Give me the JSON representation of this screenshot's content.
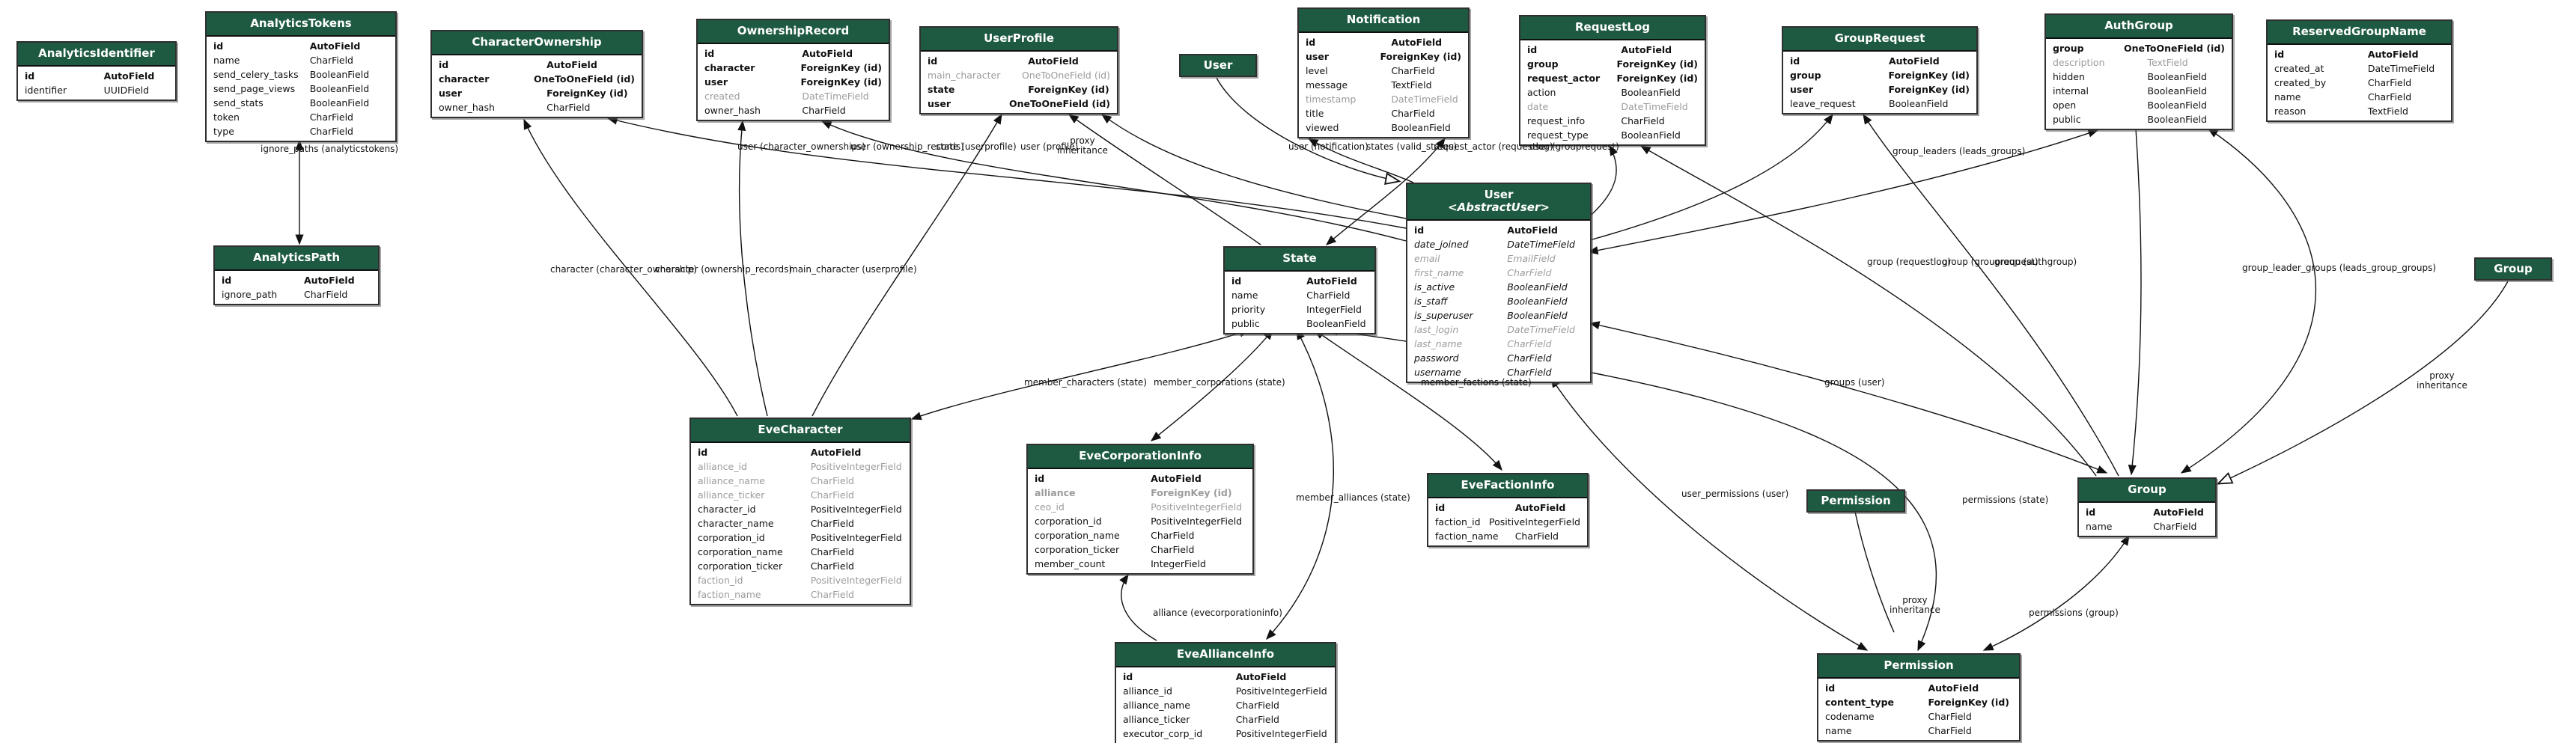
{
  "diagram_type": "django-model-entity-relationship-graph",
  "colors": {
    "table_header": "#1e5a41",
    "muted_field": "#9c9c9c",
    "edge": "#111111",
    "background": "#ffffff"
  },
  "tables": {
    "analyticsidentifier": {
      "title": "AnalyticsIdentifier",
      "fields": [
        {
          "n": "id",
          "t": "AutoField",
          "s": "b"
        },
        {
          "n": "identifier",
          "t": "UUIDField",
          "s": ""
        }
      ]
    },
    "analyticstokens": {
      "title": "AnalyticsTokens",
      "fields": [
        {
          "n": "id",
          "t": "AutoField",
          "s": "b"
        },
        {
          "n": "name",
          "t": "CharField",
          "s": ""
        },
        {
          "n": "send_celery_tasks",
          "t": "BooleanField",
          "s": ""
        },
        {
          "n": "send_page_views",
          "t": "BooleanField",
          "s": ""
        },
        {
          "n": "send_stats",
          "t": "BooleanField",
          "s": ""
        },
        {
          "n": "token",
          "t": "CharField",
          "s": ""
        },
        {
          "n": "type",
          "t": "CharField",
          "s": ""
        }
      ]
    },
    "characterownership": {
      "title": "CharacterOwnership",
      "fields": [
        {
          "n": "id",
          "t": "AutoField",
          "s": "b"
        },
        {
          "n": "character",
          "t": "OneToOneField (id)",
          "s": "b"
        },
        {
          "n": "user",
          "t": "ForeignKey (id)",
          "s": "b"
        },
        {
          "n": "owner_hash",
          "t": "CharField",
          "s": ""
        }
      ]
    },
    "ownershiprecord": {
      "title": "OwnershipRecord",
      "fields": [
        {
          "n": "id",
          "t": "AutoField",
          "s": "b"
        },
        {
          "n": "character",
          "t": "ForeignKey (id)",
          "s": "b"
        },
        {
          "n": "user",
          "t": "ForeignKey (id)",
          "s": "b"
        },
        {
          "n": "created",
          "t": "DateTimeField",
          "s": "g"
        },
        {
          "n": "owner_hash",
          "t": "CharField",
          "s": ""
        }
      ]
    },
    "userprofile": {
      "title": "UserProfile",
      "fields": [
        {
          "n": "id",
          "t": "AutoField",
          "s": "b"
        },
        {
          "n": "main_character",
          "t": "OneToOneField (id)",
          "s": "g"
        },
        {
          "n": "state",
          "t": "ForeignKey (id)",
          "s": "b"
        },
        {
          "n": "user",
          "t": "OneToOneField (id)",
          "s": "b"
        }
      ]
    },
    "user_small": {
      "title": "User",
      "fields": []
    },
    "notification": {
      "title": "Notification",
      "fields": [
        {
          "n": "id",
          "t": "AutoField",
          "s": "b"
        },
        {
          "n": "user",
          "t": "ForeignKey (id)",
          "s": "b"
        },
        {
          "n": "level",
          "t": "CharField",
          "s": ""
        },
        {
          "n": "message",
          "t": "TextField",
          "s": ""
        },
        {
          "n": "timestamp",
          "t": "DateTimeField",
          "s": "g"
        },
        {
          "n": "title",
          "t": "CharField",
          "s": ""
        },
        {
          "n": "viewed",
          "t": "BooleanField",
          "s": ""
        }
      ]
    },
    "requestlog": {
      "title": "RequestLog",
      "fields": [
        {
          "n": "id",
          "t": "AutoField",
          "s": "b"
        },
        {
          "n": "group",
          "t": "ForeignKey (id)",
          "s": "b"
        },
        {
          "n": "request_actor",
          "t": "ForeignKey (id)",
          "s": "b"
        },
        {
          "n": "action",
          "t": "BooleanField",
          "s": ""
        },
        {
          "n": "date",
          "t": "DateTimeField",
          "s": "g"
        },
        {
          "n": "request_info",
          "t": "CharField",
          "s": ""
        },
        {
          "n": "request_type",
          "t": "BooleanField",
          "s": ""
        }
      ]
    },
    "grouprequest": {
      "title": "GroupRequest",
      "fields": [
        {
          "n": "id",
          "t": "AutoField",
          "s": "b"
        },
        {
          "n": "group",
          "t": "ForeignKey (id)",
          "s": "b"
        },
        {
          "n": "user",
          "t": "ForeignKey (id)",
          "s": "b"
        },
        {
          "n": "leave_request",
          "t": "BooleanField",
          "s": ""
        }
      ]
    },
    "authgroup": {
      "title": "AuthGroup",
      "fields": [
        {
          "n": "group",
          "t": "OneToOneField (id)",
          "s": "b"
        },
        {
          "n": "description",
          "t": "TextField",
          "s": "g"
        },
        {
          "n": "hidden",
          "t": "BooleanField",
          "s": ""
        },
        {
          "n": "internal",
          "t": "BooleanField",
          "s": ""
        },
        {
          "n": "open",
          "t": "BooleanField",
          "s": ""
        },
        {
          "n": "public",
          "t": "BooleanField",
          "s": ""
        }
      ]
    },
    "reservedgroupname": {
      "title": "ReservedGroupName",
      "fields": [
        {
          "n": "id",
          "t": "AutoField",
          "s": "b"
        },
        {
          "n": "created_at",
          "t": "DateTimeField",
          "s": ""
        },
        {
          "n": "created_by",
          "t": "CharField",
          "s": ""
        },
        {
          "n": "name",
          "t": "CharField",
          "s": ""
        },
        {
          "n": "reason",
          "t": "TextField",
          "s": ""
        }
      ]
    },
    "analyticspath": {
      "title": "AnalyticsPath",
      "fields": [
        {
          "n": "id",
          "t": "AutoField",
          "s": "b"
        },
        {
          "n": "ignore_path",
          "t": "CharField",
          "s": ""
        }
      ]
    },
    "state": {
      "title": "State",
      "fields": [
        {
          "n": "id",
          "t": "AutoField",
          "s": "b"
        },
        {
          "n": "name",
          "t": "CharField",
          "s": ""
        },
        {
          "n": "priority",
          "t": "IntegerField",
          "s": ""
        },
        {
          "n": "public",
          "t": "BooleanField",
          "s": ""
        }
      ]
    },
    "userabstract": {
      "title": "User",
      "subtitle": "<AbstractUser>",
      "fields": [
        {
          "n": "id",
          "t": "AutoField",
          "s": "b"
        },
        {
          "n": "date_joined",
          "t": "DateTimeField",
          "s": "i"
        },
        {
          "n": "email",
          "t": "EmailField",
          "s": "i g"
        },
        {
          "n": "first_name",
          "t": "CharField",
          "s": "i g"
        },
        {
          "n": "is_active",
          "t": "BooleanField",
          "s": "i"
        },
        {
          "n": "is_staff",
          "t": "BooleanField",
          "s": "i"
        },
        {
          "n": "is_superuser",
          "t": "BooleanField",
          "s": "i"
        },
        {
          "n": "last_login",
          "t": "DateTimeField",
          "s": "i g"
        },
        {
          "n": "last_name",
          "t": "CharField",
          "s": "i g"
        },
        {
          "n": "password",
          "t": "CharField",
          "s": "i"
        },
        {
          "n": "username",
          "t": "CharField",
          "s": "i"
        }
      ]
    },
    "group_small": {
      "title": "Group",
      "fields": []
    },
    "evecharacter": {
      "title": "EveCharacter",
      "fields": [
        {
          "n": "id",
          "t": "AutoField",
          "s": "b"
        },
        {
          "n": "alliance_id",
          "t": "PositiveIntegerField",
          "s": "g"
        },
        {
          "n": "alliance_name",
          "t": "CharField",
          "s": "g"
        },
        {
          "n": "alliance_ticker",
          "t": "CharField",
          "s": "g"
        },
        {
          "n": "character_id",
          "t": "PositiveIntegerField",
          "s": ""
        },
        {
          "n": "character_name",
          "t": "CharField",
          "s": ""
        },
        {
          "n": "corporation_id",
          "t": "PositiveIntegerField",
          "s": ""
        },
        {
          "n": "corporation_name",
          "t": "CharField",
          "s": ""
        },
        {
          "n": "corporation_ticker",
          "t": "CharField",
          "s": ""
        },
        {
          "n": "faction_id",
          "t": "PositiveIntegerField",
          "s": "g"
        },
        {
          "n": "faction_name",
          "t": "CharField",
          "s": "g"
        }
      ]
    },
    "evecorporationinfo": {
      "title": "EveCorporationInfo",
      "fields": [
        {
          "n": "id",
          "t": "AutoField",
          "s": "b"
        },
        {
          "n": "alliance",
          "t": "ForeignKey (id)",
          "s": "b g"
        },
        {
          "n": "ceo_id",
          "t": "PositiveIntegerField",
          "s": "g"
        },
        {
          "n": "corporation_id",
          "t": "PositiveIntegerField",
          "s": ""
        },
        {
          "n": "corporation_name",
          "t": "CharField",
          "s": ""
        },
        {
          "n": "corporation_ticker",
          "t": "CharField",
          "s": ""
        },
        {
          "n": "member_count",
          "t": "IntegerField",
          "s": ""
        }
      ]
    },
    "evefactioninfo": {
      "title": "EveFactionInfo",
      "fields": [
        {
          "n": "id",
          "t": "AutoField",
          "s": "b"
        },
        {
          "n": "faction_id",
          "t": "PositiveIntegerField",
          "s": ""
        },
        {
          "n": "faction_name",
          "t": "CharField",
          "s": ""
        }
      ]
    },
    "permission_small": {
      "title": "Permission",
      "fields": []
    },
    "group": {
      "title": "Group",
      "fields": [
        {
          "n": "id",
          "t": "AutoField",
          "s": "b"
        },
        {
          "n": "name",
          "t": "CharField",
          "s": ""
        }
      ]
    },
    "evealliance": {
      "title": "EveAllianceInfo",
      "fields": [
        {
          "n": "id",
          "t": "AutoField",
          "s": "b"
        },
        {
          "n": "alliance_id",
          "t": "PositiveIntegerField",
          "s": ""
        },
        {
          "n": "alliance_name",
          "t": "CharField",
          "s": ""
        },
        {
          "n": "alliance_ticker",
          "t": "CharField",
          "s": ""
        },
        {
          "n": "executor_corp_id",
          "t": "PositiveIntegerField",
          "s": ""
        }
      ]
    },
    "permission": {
      "title": "Permission",
      "fields": [
        {
          "n": "id",
          "t": "AutoField",
          "s": "b"
        },
        {
          "n": "content_type",
          "t": "ForeignKey (id)",
          "s": "b"
        },
        {
          "n": "codename",
          "t": "CharField",
          "s": ""
        },
        {
          "n": "name",
          "t": "CharField",
          "s": ""
        }
      ]
    }
  },
  "edge_labels": [
    {
      "text": "ignore_paths (analyticstokens)"
    },
    {
      "text": "user (character_ownerships)"
    },
    {
      "text": "user (ownership_records)"
    },
    {
      "text": "state (userprofile)"
    },
    {
      "text": "user (profile)"
    },
    {
      "text": "proxy\ninheritance"
    },
    {
      "text": "user (notification)"
    },
    {
      "text": "states (valid_states)"
    },
    {
      "text": "request_actor (requestlog)"
    },
    {
      "text": "user (grouprequest)"
    },
    {
      "text": "group_leaders (leads_groups)"
    },
    {
      "text": "character (character_ownership)"
    },
    {
      "text": "character (ownership_records)"
    },
    {
      "text": "main_character (userprofile)"
    },
    {
      "text": "group (requestlog)"
    },
    {
      "text": "group (grouprequest)"
    },
    {
      "text": "group (authgroup)"
    },
    {
      "text": "group_leader_groups (leads_group_groups)"
    },
    {
      "text": "member_characters (state)"
    },
    {
      "text": "member_corporations (state)"
    },
    {
      "text": "member_factions (state)"
    },
    {
      "text": "groups (user)"
    },
    {
      "text": "member_alliances (state)"
    },
    {
      "text": "user_permissions (user)"
    },
    {
      "text": "permissions (state)"
    },
    {
      "text": "proxy\ninheritance"
    },
    {
      "text": "alliance (evecorporationinfo)"
    },
    {
      "text": "proxy\ninheritance"
    },
    {
      "text": "permissions (group)"
    }
  ]
}
